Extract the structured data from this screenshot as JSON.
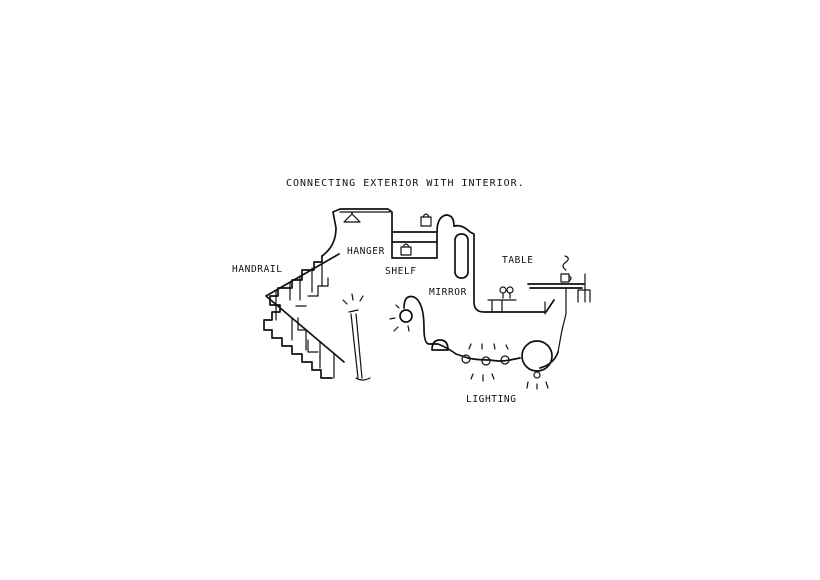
{
  "diagram": {
    "title": "CONNECTING EXTERIOR WITH INTERIOR.",
    "labels": {
      "handrail": "HANDRAIL",
      "hanger": "HANGER",
      "shelf": "SHELF",
      "mirror": "MIRROR",
      "table": "TABLE",
      "lighting": "LIGHTING"
    },
    "icons": [
      "hanger-icon",
      "bag-icon",
      "mirror-icon",
      "glasses-icon",
      "mug-icon",
      "chair-icon",
      "lamp-icon",
      "broom-icon"
    ],
    "colors": {
      "ink": "#111111",
      "background": "#ffffff"
    }
  }
}
